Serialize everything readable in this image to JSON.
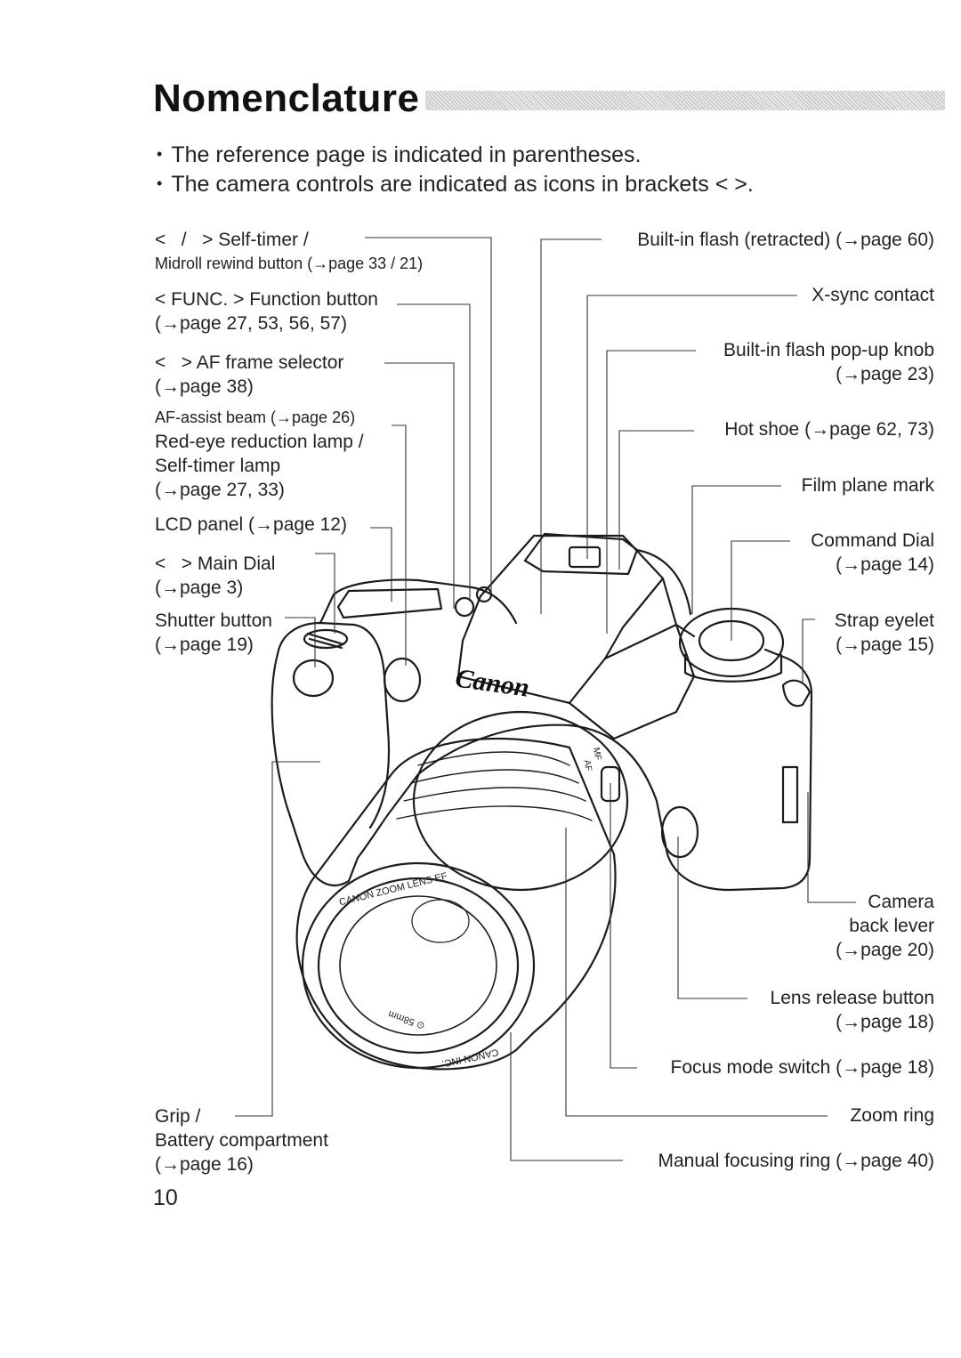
{
  "header": {
    "title": "Nomenclature"
  },
  "intro": [
    "The reference page is indicated in parentheses.",
    "The camera controls are indicated as icons in brackets < >."
  ],
  "left_labels": {
    "self_timer": {
      "line1": "<   /   > Self-timer /",
      "line2": "Midroll rewind button (→page 33 / 21)"
    },
    "func": {
      "line1": "< FUNC. > Function button",
      "line2": "(→page 27, 53, 56, 57)"
    },
    "af_frame": {
      "line1": "<   > AF frame selector",
      "line2": "(→page 38)"
    },
    "af_assist": {
      "line1": "AF-assist beam (→page 26)",
      "line2": "Red-eye reduction lamp /",
      "line3": "Self-timer lamp",
      "line4": "(→page 27, 33)"
    },
    "lcd": {
      "line1": "LCD panel (→page 12)"
    },
    "main_dial": {
      "line1": "<   > Main Dial",
      "line2": "(→page 3)"
    },
    "shutter": {
      "line1": "Shutter button",
      "line2": "(→page 19)"
    },
    "grip": {
      "line1": "Grip /",
      "line2": "Battery compartment",
      "line3": "(→page 16)"
    }
  },
  "right_labels": {
    "flash": {
      "line1": "Built-in flash (retracted) (→page 60)"
    },
    "xsync": {
      "line1": "X-sync contact"
    },
    "popup": {
      "line1": "Built-in flash pop-up knob",
      "line2": "(→page 23)"
    },
    "hotshoe": {
      "line1": "Hot shoe (→page 62, 73)"
    },
    "filmplane": {
      "line1": "Film plane mark"
    },
    "command": {
      "line1": "Command Dial",
      "line2": "(→page 14)"
    },
    "strap": {
      "line1": "Strap eyelet",
      "line2": "(→page 15)"
    },
    "backlever": {
      "line1": "Camera",
      "line2": "back lever",
      "line3": "(→page 20)"
    },
    "lensrelease": {
      "line1": "Lens release button",
      "line2": "(→page 18)"
    },
    "focusmode": {
      "line1": "Focus mode switch (→page 18)"
    },
    "zoom": {
      "line1": "Zoom ring"
    },
    "manualfocus": {
      "line1": "Manual focusing ring (→page 40)"
    }
  },
  "camera": {
    "brand": "Canon",
    "lens_text": "CANON ZOOM LENS EF",
    "filter_text": "⊙ 58mm",
    "maker_text": "CANON INC.",
    "switch_af": "AF",
    "switch_mf": "MF"
  },
  "footer": {
    "page_number": "10"
  }
}
